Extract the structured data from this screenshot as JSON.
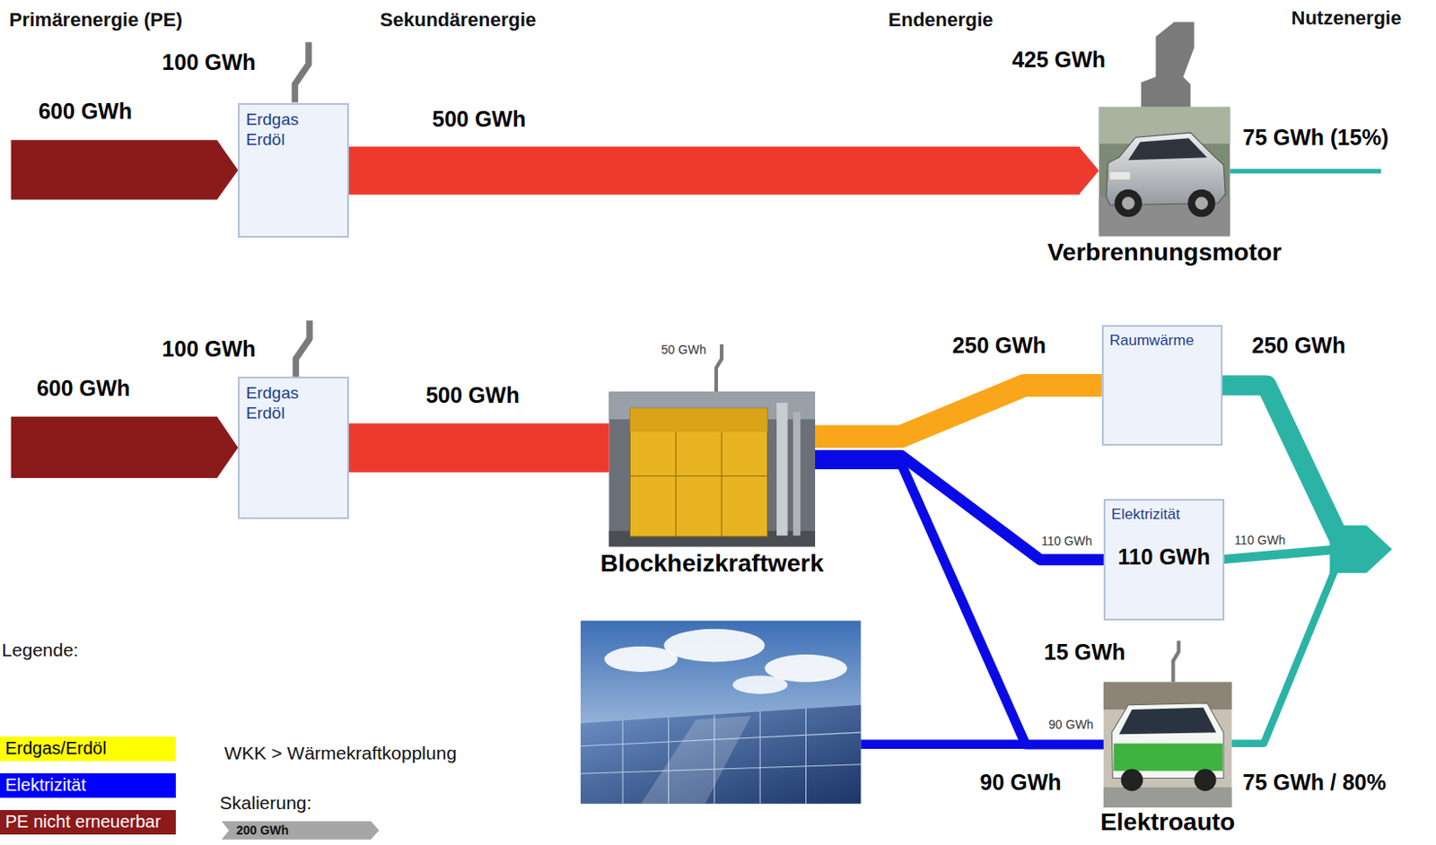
{
  "diagram": {
    "nodes": [
      {
        "text": [
          "Erdgas Erdöl"
        ]
      },
      {
        "text": [
          "Verbrennungsmotor"
        ]
      },
      {
        "text": [
          "Erdgas Erdöl"
        ]
      },
      {
        "text": [
          "Blockheizkraftwerk"
        ]
      },
      {
        "text": [
          "Raumwärme"
        ]
      },
      {
        "text": [
          "Elektrizität",
          "110 GWh"
        ]
      },
      {
        "text": [
          "Elektroauto"
        ]
      }
    ],
    "edges": [
      {
        "from": 0,
        "to": 1,
        "arrow": "to"
      },
      {
        "from": 2,
        "to": 3,
        "arrow": "none"
      },
      {
        "from": 3,
        "to": 4,
        "arrow": "none"
      },
      {
        "from": 3,
        "to": 5,
        "arrow": "none"
      },
      {
        "from": 3,
        "to": 6,
        "arrow": "none"
      }
    ],
    "labels": [
      "Primärenergie (PE)",
      "Sekundärenergie",
      "Endenergie",
      "Nutzenergie",
      "100 GWh",
      "600 GWh",
      "500 GWh",
      "425 GWh",
      "75 GWh (15%)",
      "100 GWh",
      "600 GWh",
      "500 GWh",
      "50 GWh",
      "250 GWh",
      "250 GWh",
      "110 GWh",
      "110 GWh",
      "15 GWh",
      "90 GWh",
      "90 GWh",
      "75 GWh / 80%",
      "Legende:",
      "WKK > Wärmekraftkopplung",
      "Skalierung:",
      "200 GWh"
    ],
    "legend": [
      {
        "text": "Erdgas/Erdöl",
        "color": "#ffff00"
      },
      {
        "text": "Elektrizität",
        "color": "#0000ff"
      },
      {
        "text": "PE nicht erneuerbar",
        "color": "#8b1a1a"
      }
    ]
  }
}
